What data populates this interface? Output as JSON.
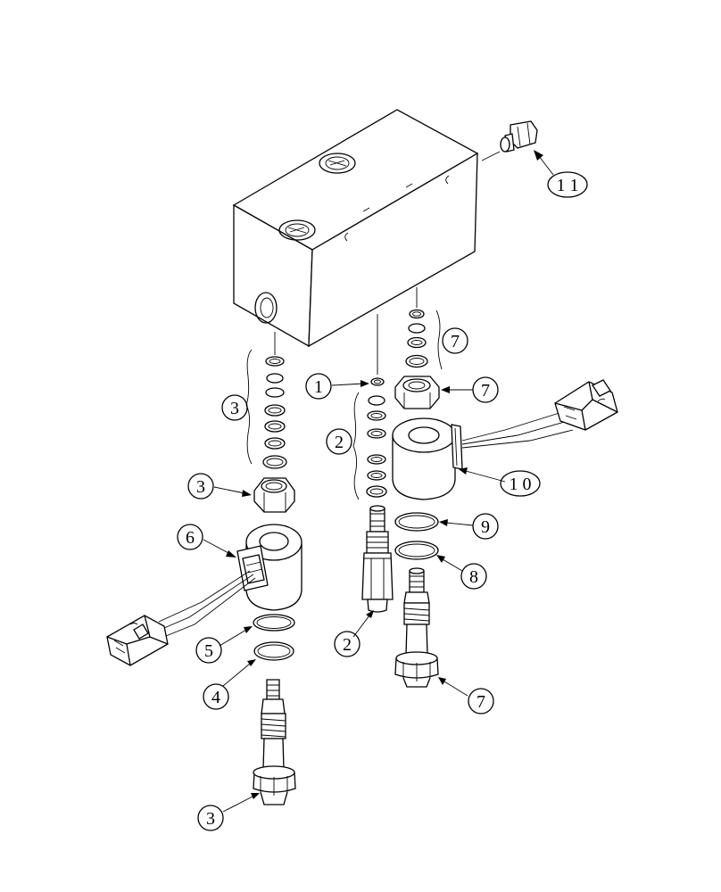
{
  "diagram": {
    "callouts": [
      {
        "id": "callout-11",
        "label": "1 1"
      },
      {
        "id": "callout-7-top",
        "label": "7"
      },
      {
        "id": "callout-7-nut",
        "label": "7"
      },
      {
        "id": "callout-1",
        "label": "1"
      },
      {
        "id": "callout-3-seals",
        "label": "3"
      },
      {
        "id": "callout-2-seals",
        "label": "2"
      },
      {
        "id": "callout-10",
        "label": "1 0"
      },
      {
        "id": "callout-3-nut",
        "label": "3"
      },
      {
        "id": "callout-9",
        "label": "9"
      },
      {
        "id": "callout-6",
        "label": "6"
      },
      {
        "id": "callout-8",
        "label": "8"
      },
      {
        "id": "callout-5",
        "label": "5"
      },
      {
        "id": "callout-2-valve",
        "label": "2"
      },
      {
        "id": "callout-4",
        "label": "4"
      },
      {
        "id": "callout-7-valve",
        "label": "7"
      },
      {
        "id": "callout-3-valve",
        "label": "3"
      }
    ]
  }
}
